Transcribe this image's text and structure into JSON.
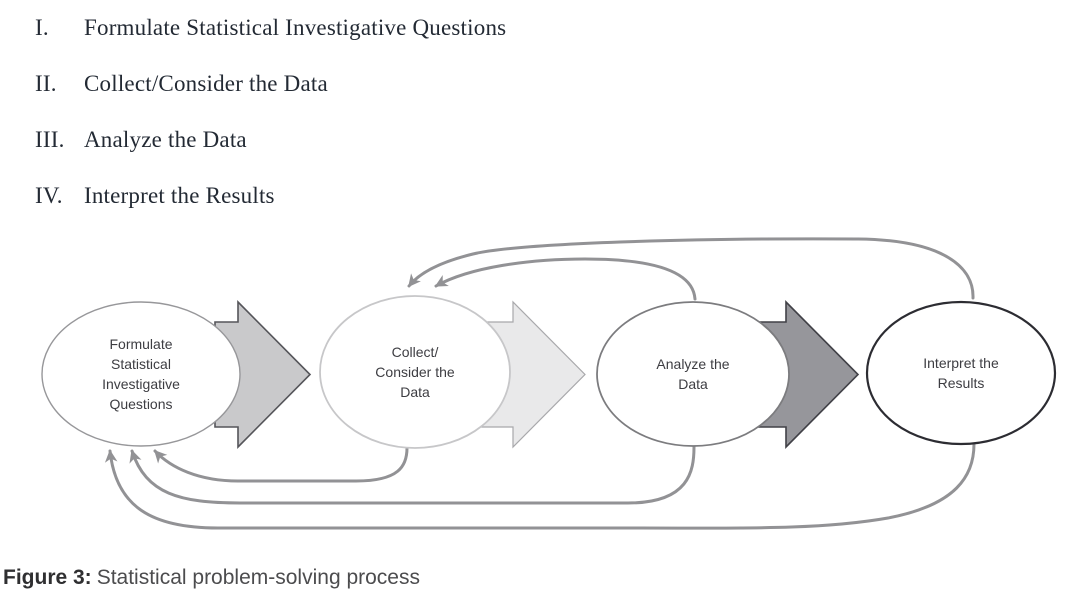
{
  "list": {
    "items": [
      {
        "numeral": "I.",
        "text": "Formulate Statistical Investigative Questions"
      },
      {
        "numeral": "II.",
        "text": "Collect/Consider the Data"
      },
      {
        "numeral": "III.",
        "text": "Analyze the Data"
      },
      {
        "numeral": "IV.",
        "text": "Interpret the Results"
      }
    ]
  },
  "diagram": {
    "feedback_color": "#929295",
    "nodes": [
      {
        "id": "formulate",
        "label": "Formulate\nStatistical\nInvestigative\nQuestions",
        "border_color": "#97979a",
        "fill": "#ffffff"
      },
      {
        "id": "collect",
        "label": "Collect/\nConsider the\nData",
        "border_color": "#c7c7c9",
        "fill": "#ffffff"
      },
      {
        "id": "analyze",
        "label": "Analyze the\nData",
        "border_color": "#7c7c7f",
        "fill": "#ffffff"
      },
      {
        "id": "interpret",
        "label": "Interpret the\nResults",
        "border_color": "#2c2c32",
        "fill": "#ffffff"
      }
    ],
    "flow_arrows": [
      {
        "from": "formulate",
        "to": "collect",
        "fill": "#c9c9cb",
        "stroke": "#55555a"
      },
      {
        "from": "collect",
        "to": "analyze",
        "fill": "#e9e9ea",
        "stroke": "#a8a8ab"
      },
      {
        "from": "analyze",
        "to": "interpret",
        "fill": "#96969b",
        "stroke": "#414147"
      }
    ],
    "feedback_loops": [
      {
        "from": "interpret",
        "to": "collect",
        "position": "top"
      },
      {
        "from": "analyze",
        "to": "collect",
        "position": "top"
      },
      {
        "from": "collect",
        "to": "formulate",
        "position": "bottom"
      },
      {
        "from": "analyze",
        "to": "formulate",
        "position": "bottom"
      },
      {
        "from": "interpret",
        "to": "formulate",
        "position": "bottom"
      }
    ]
  },
  "caption": {
    "label": "Figure 3:",
    "text": "Statistical problem-solving process"
  }
}
